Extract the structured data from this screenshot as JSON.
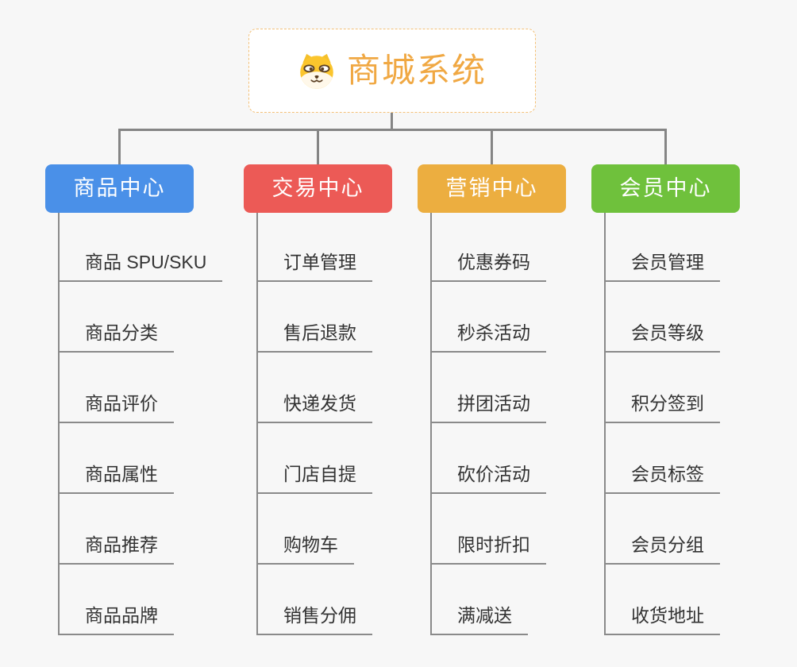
{
  "page": {
    "background": "#f7f7f7"
  },
  "root": {
    "title": "商城系统",
    "icon": "shiba-dog-icon",
    "text_color": "#f0a843",
    "border_color": "#f3c077",
    "background": "#ffffff"
  },
  "connectors": {
    "color": "#858585",
    "underline_color": "#8a8a8a"
  },
  "branches": [
    {
      "label": "商品中心",
      "color": "#4a90e8",
      "children": [
        "商品 SPU/SKU",
        "商品分类",
        "商品评价",
        "商品属性",
        "商品推荐",
        "商品品牌"
      ]
    },
    {
      "label": "交易中心",
      "color": "#ec5a56",
      "children": [
        "订单管理",
        "售后退款",
        "快递发货",
        "门店自提",
        "购物车",
        "销售分佣"
      ]
    },
    {
      "label": "营销中心",
      "color": "#ecae40",
      "children": [
        "优惠券码",
        "秒杀活动",
        "拼团活动",
        "砍价活动",
        "限时折扣",
        "满减送"
      ]
    },
    {
      "label": "会员中心",
      "color": "#6fc13c",
      "children": [
        "会员管理",
        "会员等级",
        "积分签到",
        "会员标签",
        "会员分组",
        "收货地址"
      ]
    }
  ]
}
